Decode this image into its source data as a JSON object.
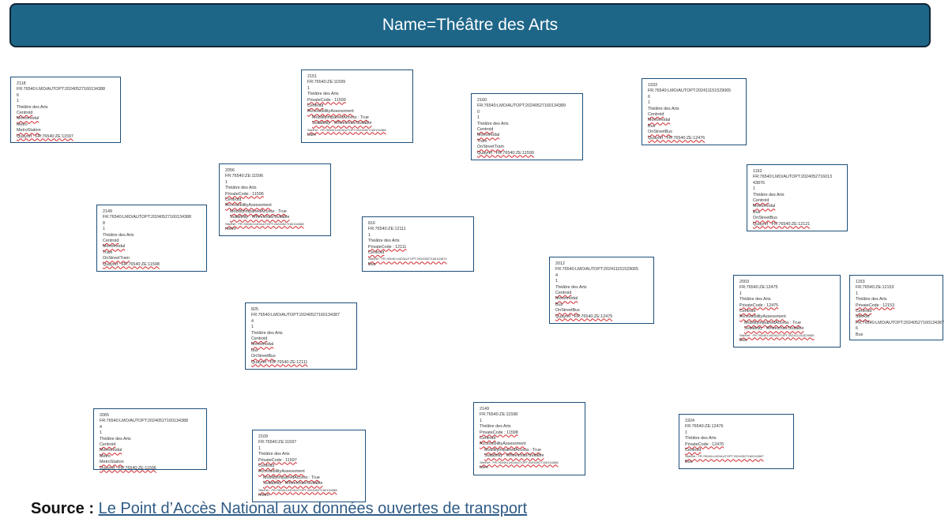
{
  "title": "Name=Théâtre des Arts",
  "source": {
    "label": "Source :",
    "link_text": "Le Point d’Accès National aux données ouvertes de transport"
  },
  "colors": {
    "title_fill": "#1e6688",
    "title_border": "#0f2535",
    "node_border": "#1d4f7a",
    "link": "#2f5b86",
    "spellcheck_underline": "#d0262c"
  },
  "nodes": [
    {
      "lines": [
        "2118",
        "FR:76540:LMO/AUTOPT:20240527160134388",
        "6",
        "1",
        "Théâtre des Arts",
        "Centroid",
        "Monomodal",
        "Metro",
        "MetroStation",
        "Quayref : FR:76540:ZE:11597"
      ]
    },
    {
      "lines": [
        "2151",
        "FR:76540:ZE:11599",
        "1",
        "Théâtre des Arts",
        "PrivateCode : 11599",
        "Centroid",
        "AccessibilityAssessment",
        "MobilityImpairedAccess : True",
        "Suitability : Wheelchair/Suitable",
        "SiteRef : FR:76540:LMO/AUTOPT:20240527160134388",
        "tram"
      ]
    },
    {
      "lines": [
        "2160",
        "FR:76540:LMO/AUTOPT:20240527160134389",
        "0",
        "1",
        "Théâtre des Arts",
        "Centroid",
        "Monomodal",
        "Tram",
        "OnStreetTram",
        "Quayref : FR:76540:ZE:11599"
      ]
    },
    {
      "lines": [
        "1933",
        "FR:76540:LMO/AUTOPT:202411151529065",
        "6",
        "1",
        "Théâtre des Arts",
        "Centroid",
        "Monomodal",
        "Bus",
        "OnStreetBus",
        "Quayref : FR:76540:ZE:12476"
      ]
    },
    {
      "lines": [
        "2056",
        "FR:76540:ZE:11596",
        "1",
        "Théâtre des Arts",
        "PrivateCode : 11596",
        "Centroid",
        "AccessibilityAssessment",
        "MobilityImpairedAccess : True",
        "Suitability : Wheelchair/Suitable",
        "SiteRef : FR:76540:LMO/AUTOPT:20240527160134388",
        "metro"
      ]
    },
    {
      "lines": [
        "1162",
        "FR:76540:LMO/AUTOPT:2024052716013",
        "43876",
        "1",
        "Théâtre des Arts",
        "Centroid",
        "Monomodal",
        "Bus",
        "OnStreetBus",
        "Quayref : FR:76540:ZE:12121"
      ]
    },
    {
      "lines": [
        "2149",
        "FR:76540:LMO/AUTOPT:20240527160134388",
        "8",
        "1",
        "Théâtre des Arts",
        "Centroid",
        "Monomodal",
        "Tram",
        "OnStreetTram",
        "Quayref : FR:76540:ZE:11598"
      ]
    },
    {
      "lines": [
        "816",
        "FR:76540:ZE:12111",
        "1",
        "Théâtre des Arts",
        "PrivateCode : 12111",
        "Centroid",
        "SiteRef : FR:76540:LMO/AUTOPT:20240527160134874",
        "Bus"
      ]
    },
    {
      "lines": [
        "2012",
        "FR:76540:LMO/AUTOPT:202411151529065",
        "4",
        "1",
        "Théâtre des Arts",
        "Centroid",
        "Monomodal",
        "Bus",
        "OnStreetBus",
        "Quayref : FR:76540:ZE:12475"
      ]
    },
    {
      "lines": [
        "2003",
        "FR:76540:ZE:12475",
        "1",
        "Théâtre des Arts",
        "PrivateCode : 12475",
        "Centroid",
        "AccessibilityAssessment",
        "MobilityImpairedAccess : True",
        "Suitability : Wheelchair/Suitable",
        "SiteRef : FR:76540:LMO/AUTOPT:202411151529065",
        "Bus"
      ]
    },
    {
      "lines": [
        "1153",
        "FR:76540:ZE:12153",
        "1",
        "Théâtre des Arts",
        "PrivateCode : 12153",
        "Centroid",
        "SiteRef",
        "FR:76540:LMO/AUTOPT:20240527160134387",
        "6",
        "Bus"
      ]
    },
    {
      "lines": [
        "825",
        "FR:76540:LMO/AUTOPT:20240527160134387",
        "4",
        "1",
        "Théâtre des Arts",
        "Centroid",
        "Monomodal",
        "bus",
        "OnStreetBus",
        "Quayref : FR:76540:ZE:12111"
      ]
    },
    {
      "lines": [
        "2065",
        "FR:76540:LMO/AUTOPT:20240527160134388",
        "4",
        "1",
        "Théâtre des Arts",
        "Centroid",
        "Monomodal",
        "Metro",
        "MetroStation",
        "Quayref : FR:76540:ZE:11596"
      ]
    },
    {
      "lines": [
        "2109",
        "FR:76540:ZE:11597",
        "1",
        "Théâtre des Arts",
        "PrivateCode : 11597",
        "Centroid",
        "AccessibilityAssessment",
        "MobilityImpairedAccess : True",
        "Suitability : Wheelchair/Suitable",
        "SiteRef : FR:76540:LMO/AUTOPT:20240527160134388",
        "metro"
      ]
    },
    {
      "lines": [
        "2149",
        "FR:76540:ZE:11598",
        "1",
        "Théâtre des Arts",
        "PrivateCode : 11598",
        "Centroid",
        "AccessibilityAssessment",
        "MobilityImpairedAccess : True",
        "Suitability : Wheelchair/Suitable",
        "SiteRef : FR:76540:LMO/AUTOPT:20240527160134388",
        "tram"
      ]
    },
    {
      "lines": [
        "1924",
        "FR:76540:ZE:12476",
        "1",
        "Théâtre des Arts",
        "PrivateCode : 12476",
        "Centroid",
        "SiteRef : FR:76540:LMO/AUTOPT:20240527160134387",
        "Bus"
      ]
    }
  ]
}
